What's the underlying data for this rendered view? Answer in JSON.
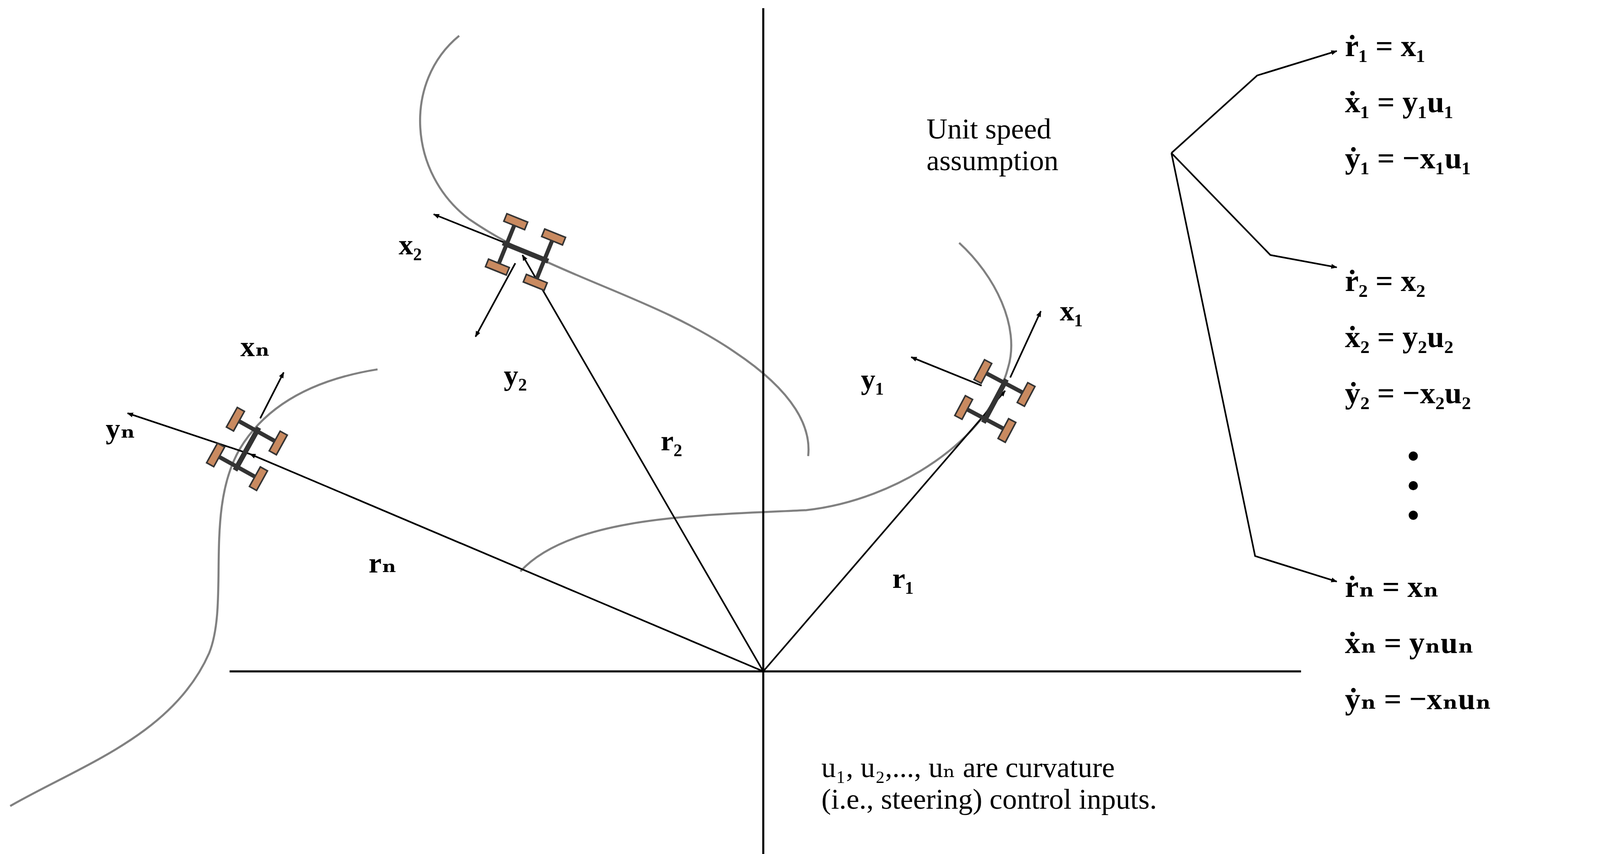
{
  "diagram": {
    "labels": [
      "x₂",
      "y₂",
      "r₂",
      "xₙ",
      "yₙ",
      "rₙ",
      "x₁",
      "y₁",
      "r₁",
      "Unit speed assumption",
      "ṙ₁ = x₁",
      "ẋ₁ = y₁u₁",
      "ẏ₁ = −x₁u₁",
      "ṙ₂ = x₂",
      "ẋ₂ = y₂u₂",
      "ẏ₂ = −x₂u₂",
      "ṙₙ = xₙ",
      "ẋₙ = yₙuₙ",
      "ẏₙ = −xₙuₙ",
      "u₁, u₂,..., uₙ are curvature (i.e., steering) control inputs."
    ]
  }
}
